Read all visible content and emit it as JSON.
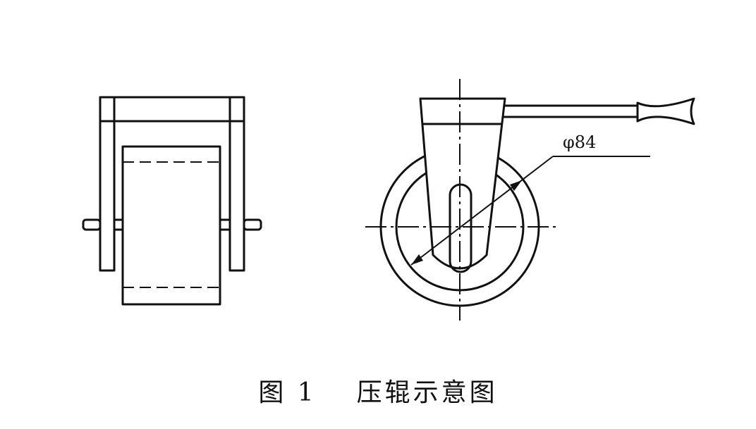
{
  "figure": {
    "dimension_label": "φ84",
    "caption_number": "图 1",
    "caption_title": "压辊示意图"
  },
  "colors": {
    "ink": "#111111",
    "background": "#ffffff"
  }
}
